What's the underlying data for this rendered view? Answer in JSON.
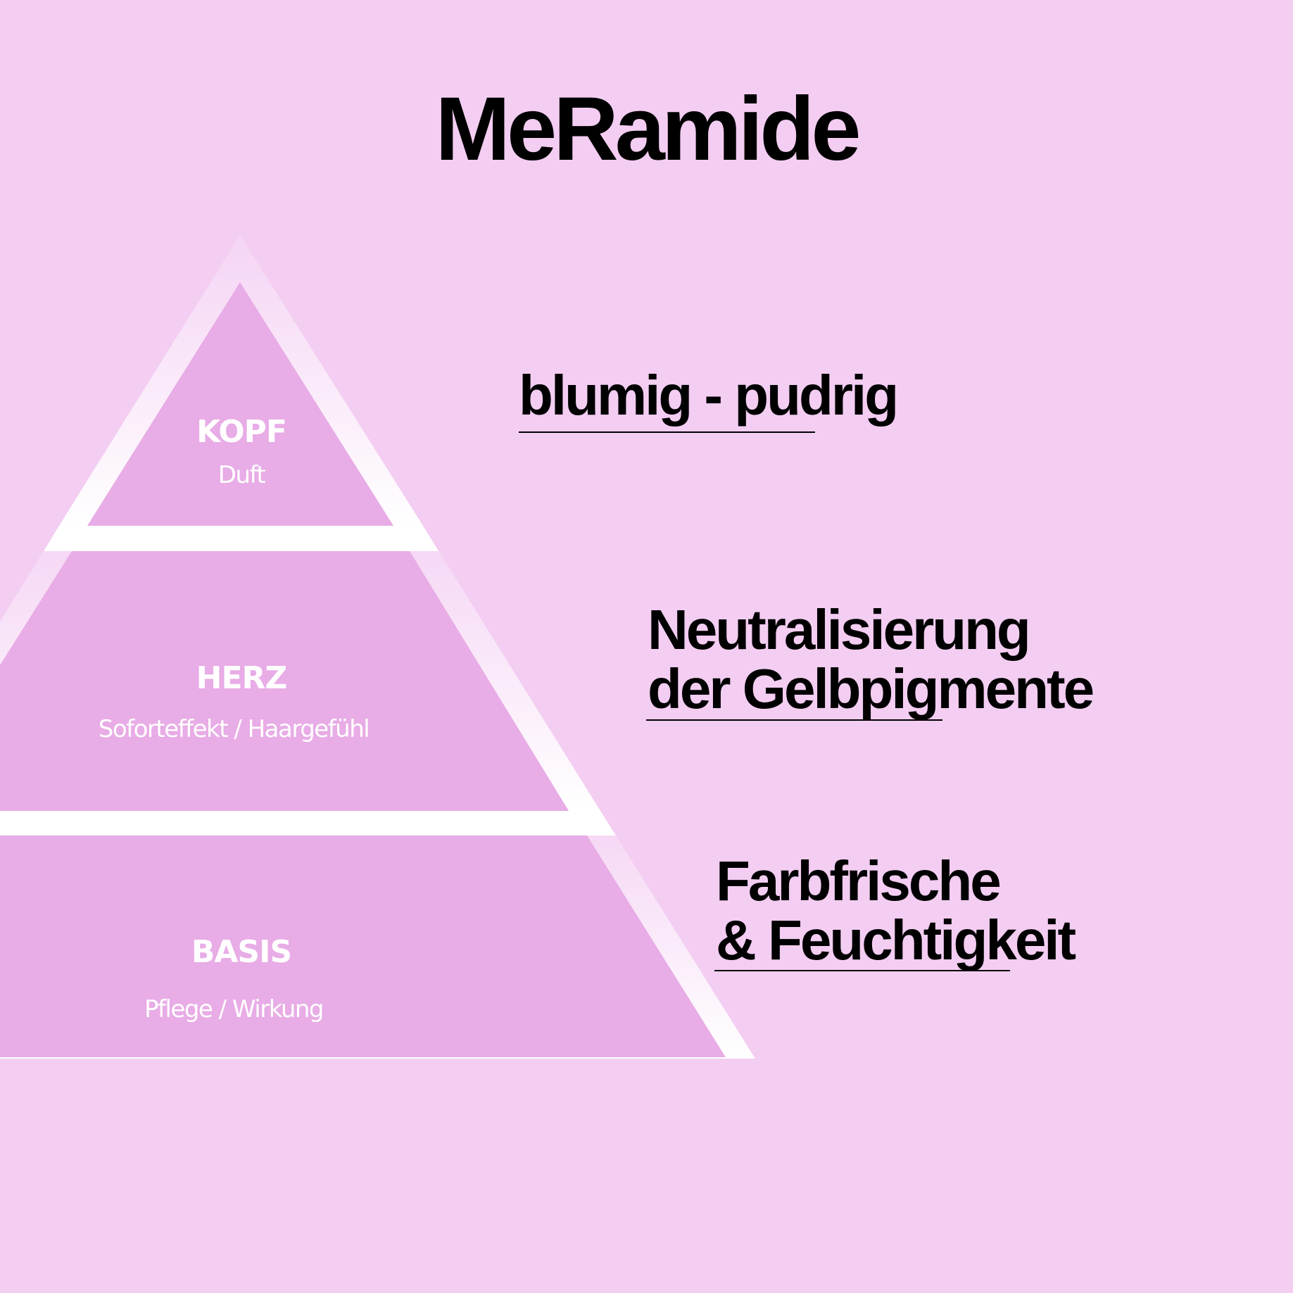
{
  "title": "MeRamide",
  "colors": {
    "background": "#f3cdf2",
    "tier_fill": "#e8ace6",
    "border": "#ffffff",
    "text": "#000000"
  },
  "pyramid": [
    {
      "label": "KOPF",
      "sub": "Duft",
      "note_lines": [
        "blumig - pudrig"
      ]
    },
    {
      "label": "HERZ",
      "sub": "Soforteffekt / Haargefühl",
      "note_lines": [
        "Neutralisierung",
        "der Gelbpigmente"
      ]
    },
    {
      "label": "BASIS",
      "sub": "Pflege / Wirkung",
      "note_lines": [
        "Farbfrische",
        "& Feuchtigkeit"
      ]
    }
  ]
}
